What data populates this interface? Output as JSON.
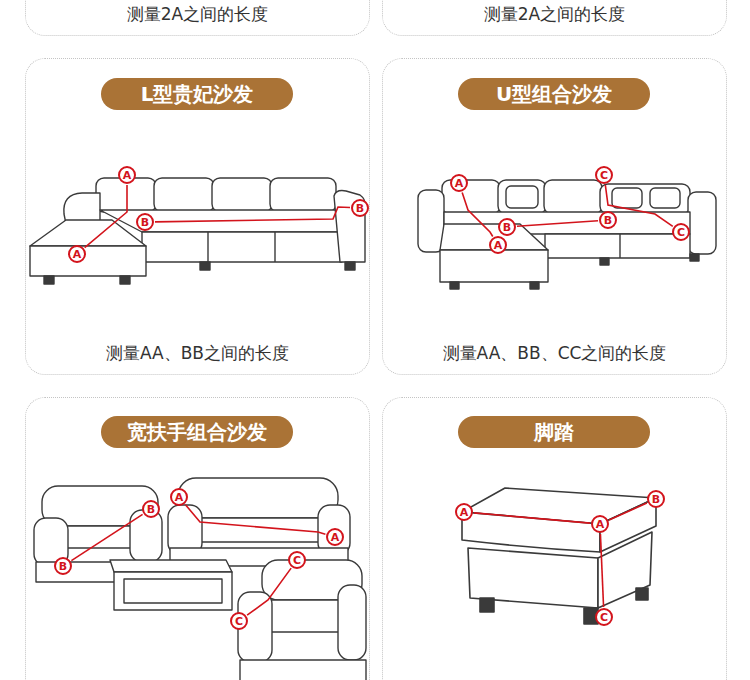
{
  "diagram": {
    "nodes": [
      {
        "text": [
          "测量2A之间的长度"
        ]
      },
      {
        "text": [
          "测量2A之间的长度"
        ]
      },
      {
        "text": [
          "测量AA、BB之间的长度"
        ]
      },
      {
        "text": [
          "L型贵妃沙发"
        ],
        "in": 2
      },
      {
        "text": [
          "A"
        ],
        "in": 2
      },
      {
        "text": [
          "B"
        ],
        "in": 2
      },
      {
        "text": [
          "B"
        ],
        "in": 2
      },
      {
        "text": [
          "A"
        ],
        "in": 2
      },
      {
        "text": [
          "测量AA、BB、CC之间的长度"
        ]
      },
      {
        "text": [
          "U型组合沙发"
        ],
        "in": 8
      },
      {
        "text": [
          "C"
        ],
        "in": 8
      },
      {
        "text": [
          "A"
        ],
        "in": 8
      },
      {
        "text": [
          "B"
        ],
        "in": 8
      },
      {
        "text": [
          "B"
        ],
        "in": 8
      },
      {
        "text": [
          "C"
        ],
        "in": 8
      },
      {
        "text": [
          "A"
        ],
        "in": 8
      },
      {
        "text": []
      },
      {
        "text": [
          "宽扶手组合沙发"
        ],
        "in": 16
      },
      {
        "text": [
          "A"
        ],
        "in": 16
      },
      {
        "text": [
          "B"
        ],
        "in": 16
      },
      {
        "text": [
          "A"
        ],
        "in": 16
      },
      {
        "text": [
          "C"
        ],
        "in": 16
      },
      {
        "text": [
          "B"
        ],
        "in": 16
      },
      {
        "text": [
          "C"
        ],
        "in": 16
      },
      {
        "text": []
      },
      {
        "text": [
          "脚踏"
        ],
        "in": 24
      },
      {
        "text": [
          "B"
        ],
        "in": 24
      },
      {
        "text": [
          "A"
        ],
        "in": 24
      },
      {
        "text": [
          "A"
        ],
        "in": 24
      },
      {
        "text": [
          "C"
        ],
        "in": 24
      }
    ],
    "edges": [
      {
        "from": 4,
        "to": 7,
        "arrow": "none"
      },
      {
        "from": 6,
        "to": 5,
        "arrow": "none"
      },
      {
        "from": 11,
        "to": 15,
        "arrow": "none"
      },
      {
        "from": 13,
        "to": 12,
        "arrow": "none"
      },
      {
        "from": 10,
        "to": 14,
        "arrow": "none"
      },
      {
        "from": 18,
        "to": 20,
        "arrow": "none"
      },
      {
        "from": 19,
        "to": 22,
        "arrow": "none"
      },
      {
        "from": 21,
        "to": 23,
        "arrow": "none"
      },
      {
        "from": 27,
        "to": 28,
        "arrow": "none"
      },
      {
        "from": 28,
        "to": 26,
        "arrow": "none"
      },
      {
        "from": 28,
        "to": 29,
        "arrow": "none"
      }
    ]
  }
}
